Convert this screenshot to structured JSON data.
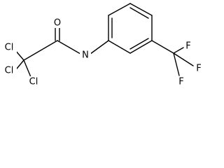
{
  "molecule": {
    "atoms": {
      "cl_upper": "Cl",
      "cl_lower_left": "Cl",
      "cl_lower_right": "Cl",
      "o": "O",
      "n": "N",
      "f_top": "F",
      "f_right": "F",
      "f_bottom": "F"
    }
  }
}
